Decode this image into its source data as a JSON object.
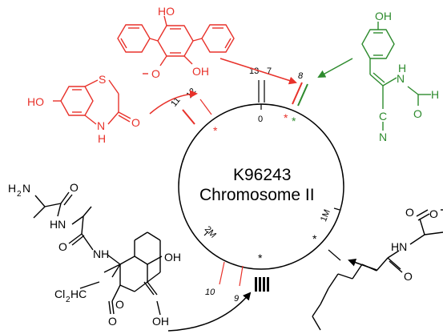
{
  "chromosome": {
    "name": "K96243",
    "label": "Chromosome II",
    "tick_0": "0",
    "tick_1m": "1M",
    "tick_2m": "2M"
  },
  "clusters": {
    "c13": "13",
    "c7": "7",
    "c8": "8",
    "c11": "11",
    "c12": "12",
    "c10": "10",
    "c9": "9"
  },
  "markers": {
    "star": "*"
  },
  "atoms": {
    "ho_top": "HO",
    "oh_terphenyl": "OH",
    "o_methoxy": "O",
    "oh_isonitrile": "OH",
    "n_isonitrile": "N",
    "h_isonitrile": "H",
    "o_isonitrile": "O",
    "c_cn": "C",
    "n_cn": "N",
    "ho_benzothiazine": "HO",
    "s_benzothiazine": "S",
    "n_benzothiazine": "N",
    "h_benzothiazine": "H",
    "o_benzothiazine": "O",
    "h2n": "H",
    "n_sub": "2",
    "n_after_h": "N",
    "o_pep1": "O",
    "hn_pep": "HN",
    "o_pep2": "O",
    "nh_pep": "NH",
    "oh_cyclo": "OH",
    "cl2hc": "Cl",
    "cl_sub": "2",
    "hc": "HC",
    "o_ring": "O",
    "oh_bottom": "OH",
    "o_bottom": "O",
    "o_lactone": "O",
    "o_lactone2": "O",
    "hn_ahl": "HN",
    "o_amide_ahl": "O"
  },
  "colors": {
    "red": "#e8322b",
    "green": "#2e8b2e",
    "black": "#000000"
  }
}
